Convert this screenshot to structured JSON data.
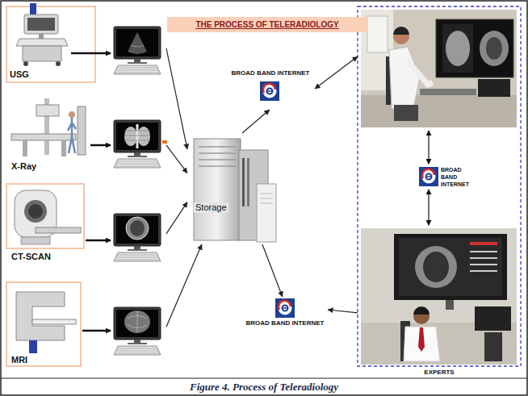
{
  "diagram": {
    "title": "THE PROCESS OF TELERADIOLOGY",
    "caption": "Figure 4. Process of Teleradiology",
    "nodes": [
      {
        "text": [
          "USG"
        ]
      },
      {
        "text": [
          "X-Ray"
        ]
      },
      {
        "text": [
          "CT-SCAN"
        ]
      },
      {
        "text": [
          "MRI"
        ]
      },
      {
        "text": [
          "Storage"
        ]
      },
      {
        "text": [
          "BROAD BAND INTERNET"
        ]
      },
      {
        "text": [
          "EXPERTS"
        ]
      },
      {
        "text": [
          "BROAD BAND INTERNET"
        ],
        "in": 6
      },
      {
        "text": [
          "BROAD BAND INTERNET"
        ]
      }
    ],
    "edges": [
      {
        "from": 0,
        "to": 4,
        "arrow": "to"
      },
      {
        "from": 1,
        "to": 4,
        "arrow": "to"
      },
      {
        "from": 2,
        "to": 4,
        "arrow": "to"
      },
      {
        "from": 3,
        "to": 4,
        "arrow": "to"
      },
      {
        "from": 4,
        "to": 5,
        "arrow": "to"
      },
      {
        "from": 5,
        "to": 6,
        "arrow": "both"
      },
      {
        "from": 4,
        "to": 8,
        "arrow": "to"
      },
      {
        "from": 6,
        "to": 8,
        "arrow": "to"
      }
    ]
  }
}
